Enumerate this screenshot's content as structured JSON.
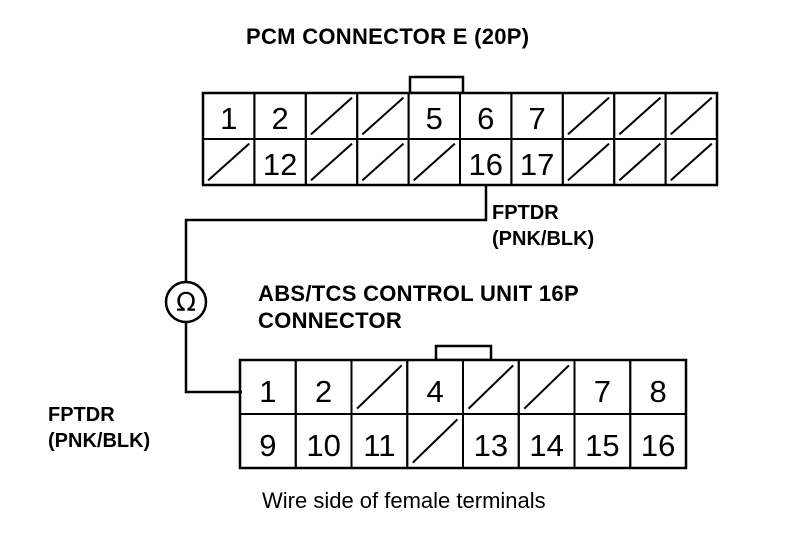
{
  "pcm_connector": {
    "title": "PCM CONNECTOR E (20P)",
    "row1": [
      "1",
      "2",
      "",
      "",
      "5",
      "6",
      "7",
      "",
      "",
      ""
    ],
    "row2": [
      "",
      "12",
      "",
      "",
      "",
      "16",
      "17",
      "",
      "",
      ""
    ],
    "wire_label_1": "FPTDR",
    "wire_label_2": "(PNK/BLK)"
  },
  "abs_connector": {
    "title_1": "ABS/TCS CONTROL UNIT 16P",
    "title_2": "CONNECTOR",
    "row1": [
      "1",
      "2",
      "",
      "4",
      "",
      "",
      "7",
      "8"
    ],
    "row2": [
      "9",
      "10",
      "11",
      "",
      "13",
      "14",
      "15",
      "16"
    ],
    "wire_label_1": "FPTDR",
    "wire_label_2": "(PNK/BLK)"
  },
  "ohmmeter": {
    "symbol": "Ω"
  },
  "caption": "Wire side of female terminals"
}
